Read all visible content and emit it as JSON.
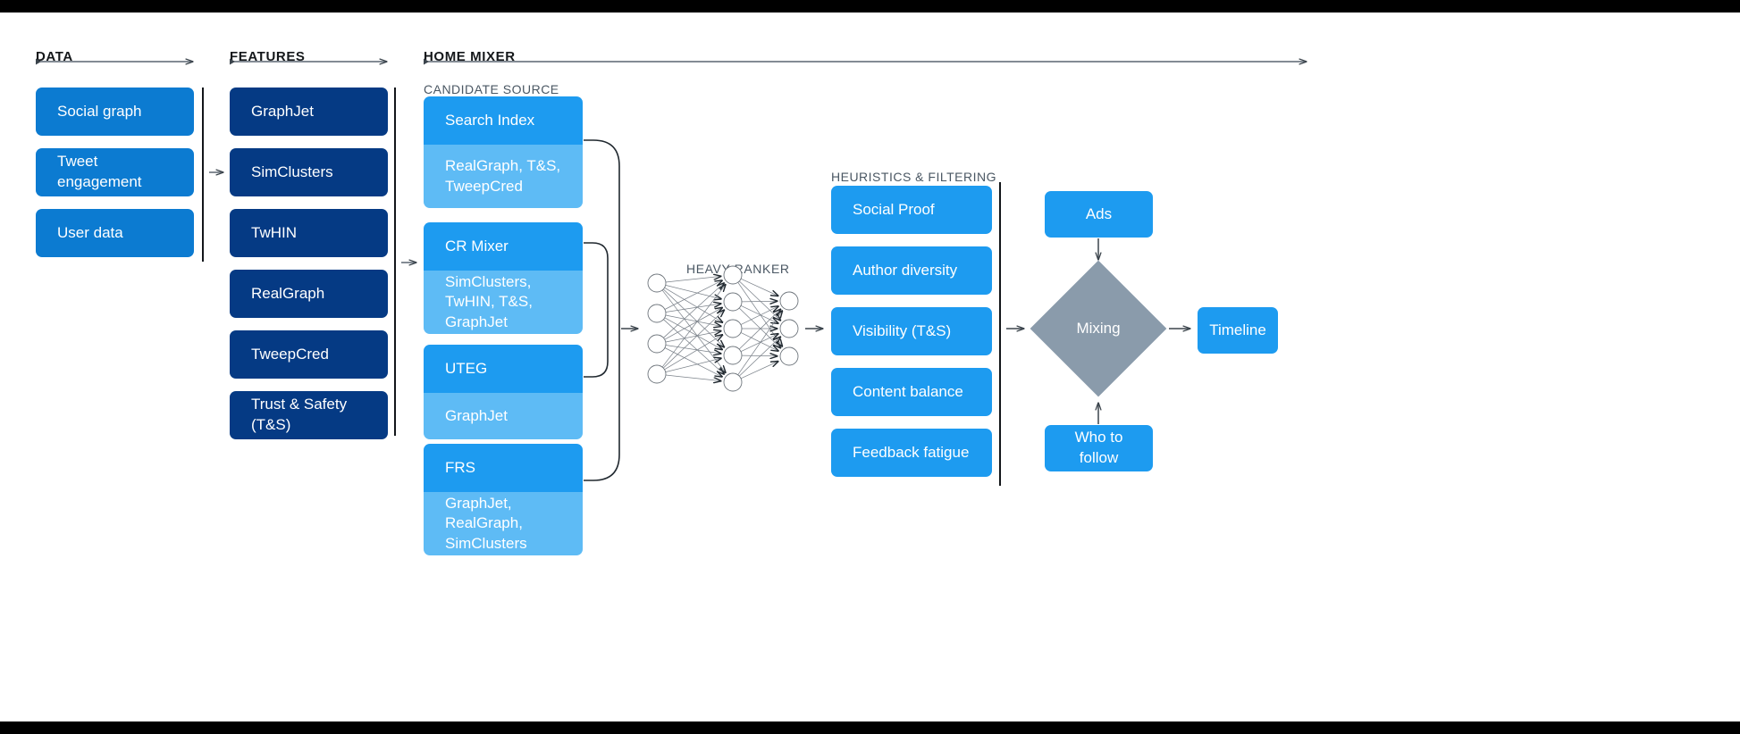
{
  "sections": {
    "data": {
      "title": "DATA"
    },
    "features": {
      "title": "FEATURES"
    },
    "home_mixer": {
      "title": "HOME MIXER"
    },
    "candidate_source": {
      "label": "CANDIDATE SOURCE"
    },
    "heavy_ranker": {
      "label": "HEAVY RANKER"
    },
    "heuristics": {
      "label": "HEURISTICS & FILTERING"
    }
  },
  "data_column": {
    "items": [
      {
        "label": "Social graph"
      },
      {
        "label": "Tweet engagement"
      },
      {
        "label": "User data"
      }
    ]
  },
  "features_column": {
    "items": [
      {
        "label": "GraphJet"
      },
      {
        "label": "SimClusters"
      },
      {
        "label": "TwHIN"
      },
      {
        "label": "RealGraph"
      },
      {
        "label": "TweepCred"
      },
      {
        "label": "Trust & Safety (T&S)"
      }
    ]
  },
  "candidate_sources": {
    "items": [
      {
        "name": "Search Index",
        "features": "RealGraph, T&S, TweepCred"
      },
      {
        "name": "CR Mixer",
        "features": "SimClusters, TwHIN, T&S, GraphJet"
      },
      {
        "name": "UTEG",
        "features": "GraphJet"
      },
      {
        "name": "FRS",
        "features": "GraphJet, RealGraph, SimClusters"
      }
    ]
  },
  "heavy_ranker": {
    "layers": [
      4,
      5,
      3
    ]
  },
  "heuristics_column": {
    "items": [
      {
        "label": "Social Proof"
      },
      {
        "label": "Author diversity"
      },
      {
        "label": "Visibility (T&S)"
      },
      {
        "label": "Content balance"
      },
      {
        "label": "Feedback fatigue"
      }
    ]
  },
  "mixing_stage": {
    "ads": "Ads",
    "mixing": "Mixing",
    "who_to_follow": "Who to follow",
    "timeline": "Timeline"
  },
  "colors": {
    "light_blue": "#1d9bf0",
    "medium_blue": "#0c7bd1",
    "dark_blue": "#053a84",
    "pale_blue": "#5ebbf5",
    "slate_gray": "#8a9bab",
    "arrow_gray": "#5a6570",
    "muted_text": "#4a5763"
  }
}
